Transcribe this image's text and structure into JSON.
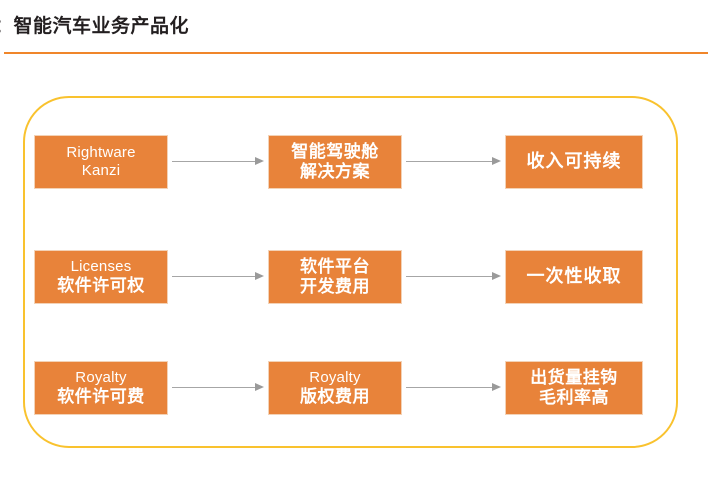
{
  "header": {
    "title": "：智能汽车业务产品化",
    "rule_color": "#F0862A"
  },
  "frame": {
    "border_color": "#F9C22E"
  },
  "theme": {
    "box_fill": "#E8833A",
    "box_border": "#F3D2B6",
    "box_text": "#FFFFFF",
    "connector_color": "#A6A6A6",
    "title_color": "#231F20"
  },
  "diagram": {
    "type": "flow",
    "columns": 3,
    "rows": [
      {
        "id": "row-product",
        "nodes": [
          {
            "lines": [
              {
                "text": "Rightware",
                "style": "latin"
              },
              {
                "text": "Kanzi",
                "style": "latin"
              }
            ]
          },
          {
            "lines": [
              {
                "text": "智能驾驶舱",
                "style": "cjk"
              },
              {
                "text": "解决方案",
                "style": "cjk"
              }
            ]
          },
          {
            "lines": [
              {
                "text": "收入可持续",
                "style": "cjk-solo"
              }
            ]
          }
        ]
      },
      {
        "id": "row-licenses",
        "nodes": [
          {
            "lines": [
              {
                "text": "Licenses",
                "style": "latin"
              },
              {
                "text": "软件许可权",
                "style": "cjk"
              }
            ]
          },
          {
            "lines": [
              {
                "text": "软件平台",
                "style": "cjk"
              },
              {
                "text": "开发费用",
                "style": "cjk"
              }
            ]
          },
          {
            "lines": [
              {
                "text": "一次性收取",
                "style": "cjk-solo"
              }
            ]
          }
        ]
      },
      {
        "id": "row-royalty",
        "nodes": [
          {
            "lines": [
              {
                "text": "Royalty",
                "style": "latin"
              },
              {
                "text": "软件许可费",
                "style": "cjk"
              }
            ]
          },
          {
            "lines": [
              {
                "text": "Royalty",
                "style": "latin"
              },
              {
                "text": "版权费用",
                "style": "cjk"
              }
            ]
          },
          {
            "lines": [
              {
                "text": "出货量挂钩",
                "style": "cjk"
              },
              {
                "text": "毛利率高",
                "style": "cjk"
              }
            ]
          }
        ]
      }
    ],
    "connector_icon": "arrow-right-icon"
  }
}
